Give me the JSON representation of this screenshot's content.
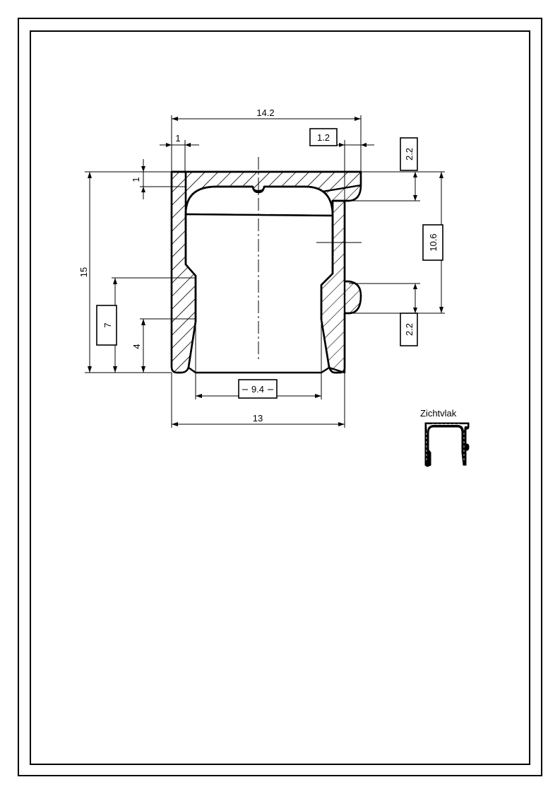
{
  "drawing": {
    "dimensions": {
      "overall_width_top": "14.2",
      "left_wall": "1",
      "right_lip": "1.2",
      "top_thickness": "1",
      "top_step": "2.2",
      "opening_height": "10.6",
      "bottom_step": "2.2",
      "overall_height": "15",
      "inner_height": "7",
      "lower_height": "4",
      "inner_width": "9.4",
      "overall_width_bottom": "13"
    },
    "detail_view": {
      "label": "Zichtvlak"
    }
  }
}
